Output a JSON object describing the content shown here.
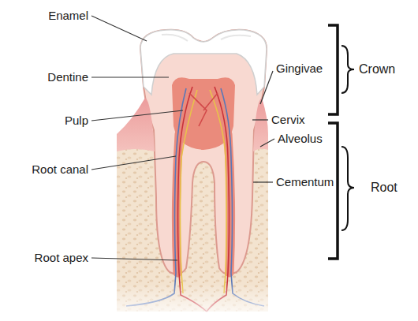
{
  "diagram": {
    "labels": [
      "Enamel",
      "Dentine",
      "Gingivae",
      "Crown",
      "Cervix",
      "Pulp",
      "Alveolus",
      "Root canal",
      "Cementum",
      "Root",
      "Root apex"
    ]
  }
}
